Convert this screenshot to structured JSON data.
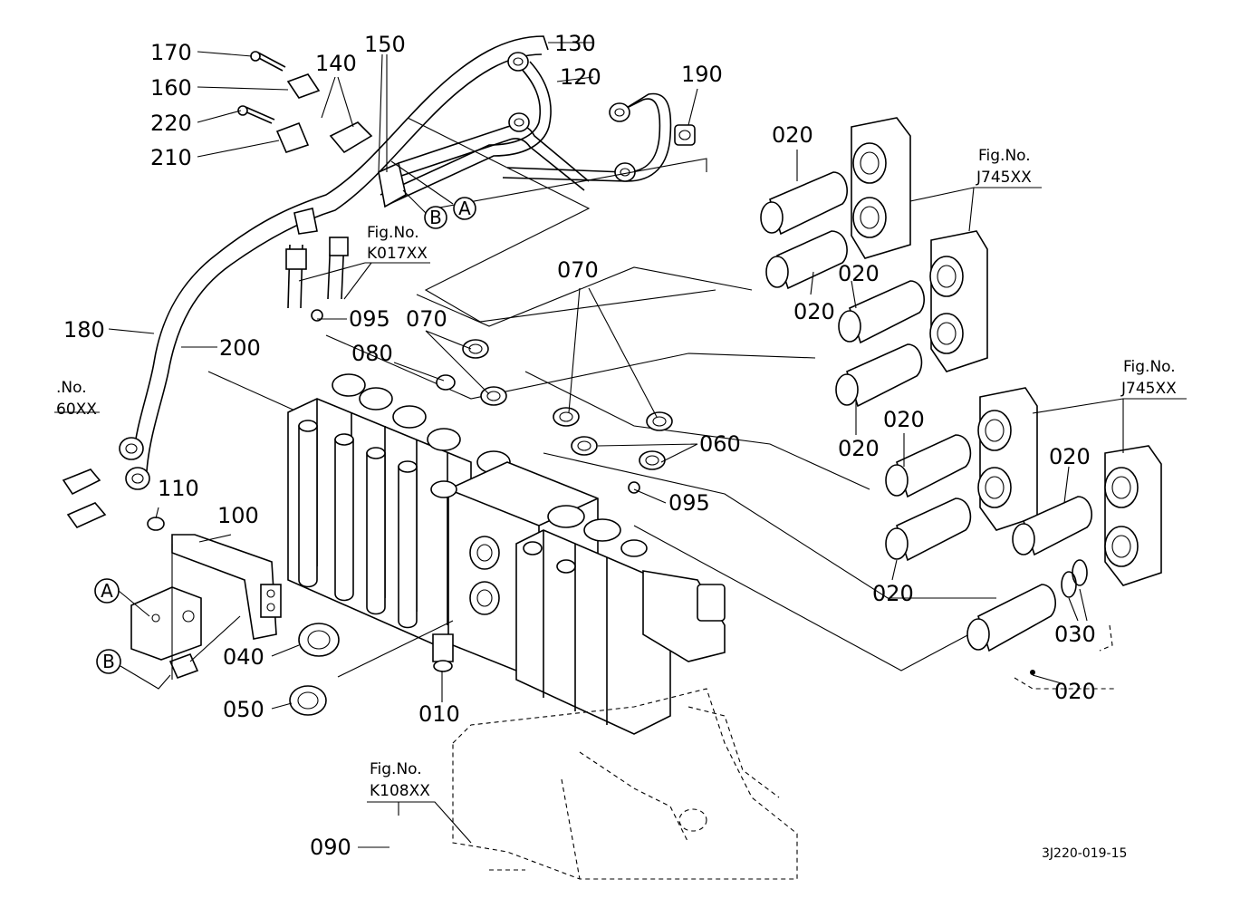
{
  "diagram": {
    "drawing_code": "3J220-019-15",
    "part_labels": {
      "p170": "170",
      "p160": "160",
      "p220": "220",
      "p210": "210",
      "p140": "140",
      "p150": "150",
      "p130": "130",
      "p120": "120",
      "p190": "190",
      "p180": "180",
      "p200": "200",
      "p095a": "095",
      "p070a": "070",
      "p080": "080",
      "p070b": "070",
      "p060": "060",
      "p095b": "095",
      "p110": "110",
      "p100": "100",
      "p040": "040",
      "p050": "050",
      "p010": "010",
      "p090": "090",
      "p020a": "020",
      "p020b": "020",
      "p020c": "020",
      "p020d": "020",
      "p020e": "020",
      "p020f": "020",
      "p020g": "020",
      "p020h": "020",
      "p030": "030"
    },
    "fig_refs": {
      "k017_l1": "Fig.No.",
      "k017_l2": "K017XX",
      "j745a_l1": "Fig.No.",
      "j745a_l2": "J745XX",
      "j745b_l1": "Fig.No.",
      "j745b_l2": "J745XX",
      "k108_l1": "Fig.No.",
      "k108_l2": "K108XX",
      "cut_l1": ".No.",
      "cut_l2": "60XX"
    },
    "callouts": {
      "a1": "A",
      "b1": "B",
      "a2": "A",
      "b2": "B"
    }
  }
}
